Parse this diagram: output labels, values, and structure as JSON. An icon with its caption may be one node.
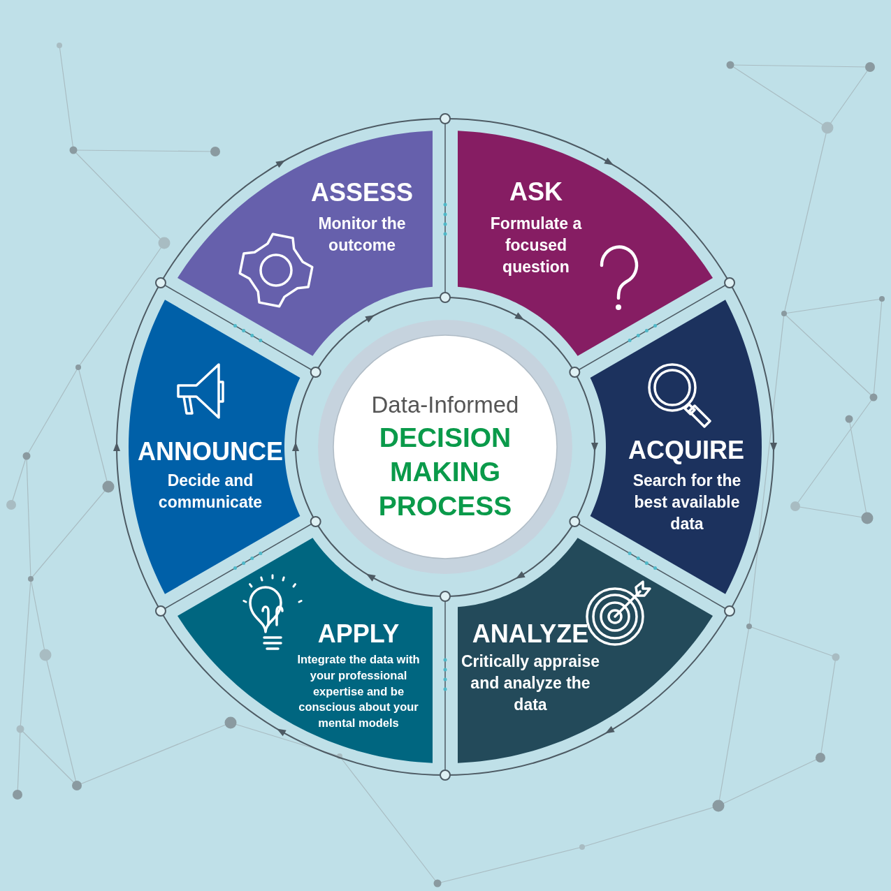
{
  "diagram": {
    "nodes": [
      {
        "text": [
          "Data-Informed",
          "DECISION MAKING PROCESS"
        ]
      },
      {
        "text": [
          "ASK",
          "Formulate a focused question"
        ]
      },
      {
        "text": [
          "ACQUIRE",
          "Search for the best available data"
        ]
      },
      {
        "text": [
          "ANALYZE",
          "Critically appraise and analyze the data"
        ]
      },
      {
        "text": [
          "APPLY",
          "Integrate the data with your professional expertise and be conscious about your mental models"
        ]
      },
      {
        "text": [
          "ANNOUNCE",
          "Decide and communicate"
        ]
      },
      {
        "text": [
          "ASSESS",
          "Monitor the outcome"
        ]
      }
    ],
    "edges": []
  }
}
